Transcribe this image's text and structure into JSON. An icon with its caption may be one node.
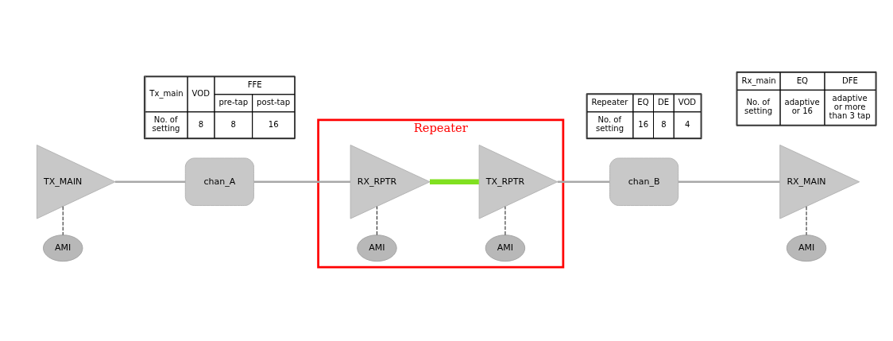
{
  "diagram": {
    "nodes": [
      {
        "text": [
          "Repeater"
        ]
      },
      {
        "text": [
          "AMI"
        ],
        "in": 0
      },
      {
        "text": [
          "AMI"
        ],
        "in": 0
      },
      {
        "text": [
          "TX_MAIN"
        ]
      },
      {
        "text": [
          "chan_A"
        ]
      },
      {
        "text": [
          "RX_RPTR"
        ],
        "in": 0
      },
      {
        "text": [
          "TX_RPTR"
        ],
        "in": 0
      },
      {
        "text": [
          "chan_B"
        ]
      },
      {
        "text": [
          "RX_MAIN"
        ]
      },
      {
        "text": [
          "AMI"
        ]
      },
      {
        "text": [
          "AMI"
        ]
      }
    ],
    "edges": [
      {
        "from": 3,
        "to": 4,
        "arrow": "none"
      },
      {
        "from": 4,
        "to": 5,
        "arrow": "none"
      },
      {
        "from": 5,
        "to": 6,
        "arrow": "none",
        "style": "thick",
        "color": "#80e020"
      },
      {
        "from": 6,
        "to": 7,
        "arrow": "none"
      },
      {
        "from": 7,
        "to": 8,
        "arrow": "none"
      },
      {
        "from": 1,
        "to": 5,
        "arrow": "none",
        "style": "dashed",
        "color": "#000000"
      },
      {
        "from": 2,
        "to": 6,
        "arrow": "none",
        "style": "dashed",
        "color": "#000000"
      },
      {
        "from": 3,
        "to": 9,
        "arrow": "none",
        "style": "dashed",
        "color": "#000000"
      },
      {
        "from": 8,
        "to": 10,
        "arrow": "none",
        "style": "dashed",
        "color": "#000000"
      }
    ],
    "labels": [
      "Tx_main",
      "VOD",
      "FFE",
      "pre-tap",
      "post-tap",
      "No. of setting",
      "8",
      "8",
      "16",
      "Rx_main",
      "EQ",
      "DFE",
      "No. of setting",
      "adaptive or 16",
      "adaptive or more than 3 tap",
      "Repeater",
      "EQ",
      "DE",
      "VOD",
      "No. of setting",
      "16",
      "8",
      "4"
    ]
  }
}
